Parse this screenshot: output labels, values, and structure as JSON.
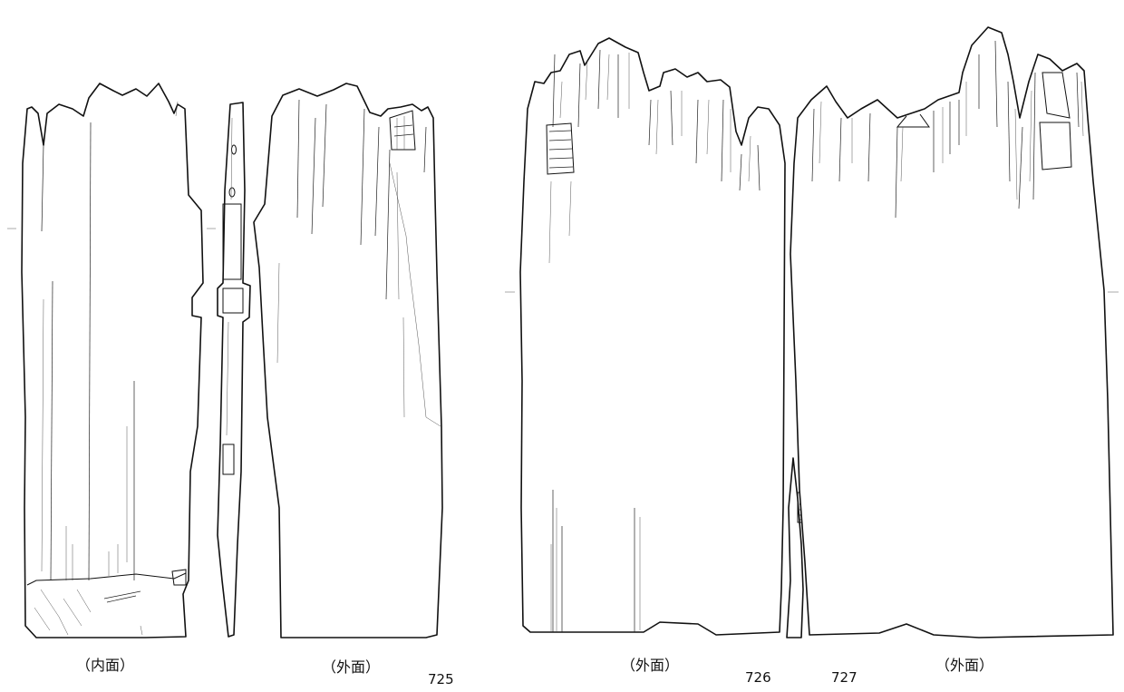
{
  "figure": {
    "specimens": [
      {
        "number": "725",
        "views": [
          {
            "label": "（内面）"
          },
          {
            "label": "（外面）"
          }
        ]
      },
      {
        "number": "726",
        "views": [
          {
            "label": "（外面）"
          }
        ]
      },
      {
        "number": "727",
        "views": [
          {
            "label": "（外面）"
          }
        ]
      }
    ]
  }
}
